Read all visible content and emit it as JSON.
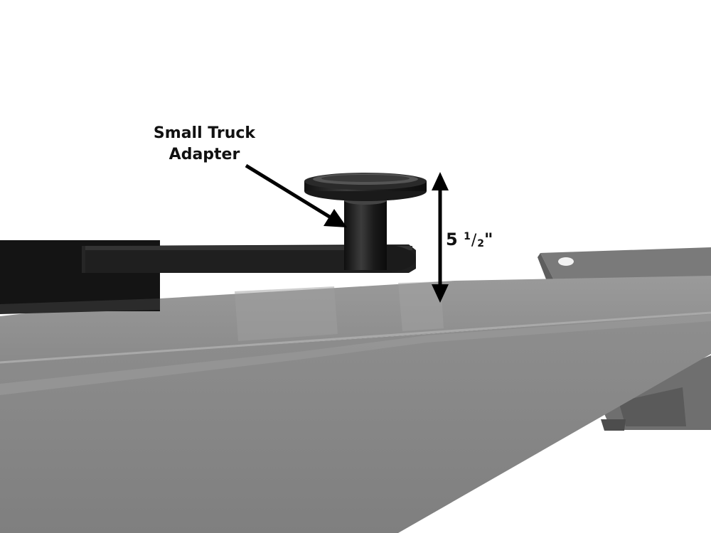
{
  "annotations": {
    "adapter_label": {
      "line1": "Small Truck",
      "line2": "Adapter"
    },
    "dimension_label": {
      "whole": "5",
      "numerator": "1",
      "slash": "/",
      "denominator": "2",
      "unit": "\""
    }
  },
  "colors": {
    "background": "#ffffff",
    "arm_steel": "#1a1a1a",
    "lift_runway": "#8c8c8c",
    "annotation_text": "#111111"
  }
}
